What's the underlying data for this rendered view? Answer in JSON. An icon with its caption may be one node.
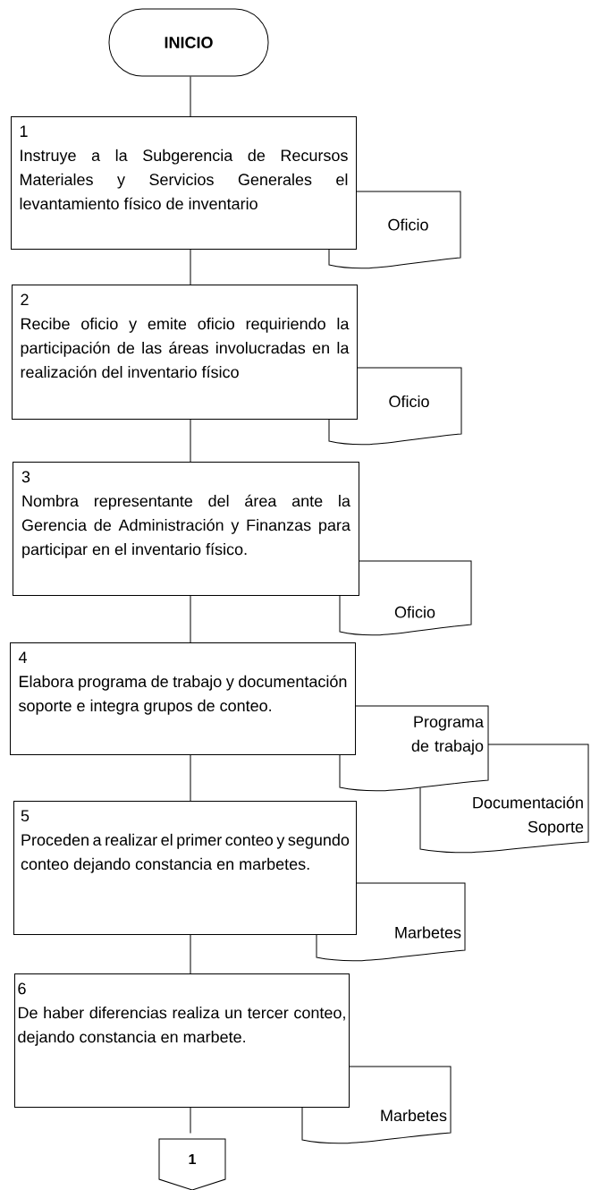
{
  "diagram": {
    "nodes": [
      {
        "text": [
          "INICIO"
        ]
      },
      {
        "text": [
          "1",
          "Instruye a la Subgerencia de Recursos Materiales y Servicios Generales el levantamiento físico de inventario"
        ]
      },
      {
        "text": [
          "Oficio"
        ]
      },
      {
        "text": [
          "2",
          "Recibe oficio y emite oficio requiriendo la participación de las áreas involucradas en la realización del inventario físico"
        ]
      },
      {
        "text": [
          "Oficio"
        ]
      },
      {
        "text": [
          "3",
          "Nombra representante del área ante la Gerencia de Administración y Finanzas para participar en el inventario físico."
        ]
      },
      {
        "text": [
          "Oficio"
        ]
      },
      {
        "text": [
          "4",
          "Elabora programa de trabajo y documentación soporte e integra grupos de conteo."
        ]
      },
      {
        "text": [
          "Programa de trabajo"
        ]
      },
      {
        "text": [
          "Documentación Soporte"
        ]
      },
      {
        "text": [
          "5",
          "Proceden a realizar el primer conteo y segundo conteo dejando constancia en marbetes."
        ]
      },
      {
        "text": [
          "Marbetes"
        ]
      },
      {
        "text": [
          "6",
          "De haber diferencias realiza un tercer conteo, dejando constancia en marbete."
        ]
      },
      {
        "text": [
          "Marbetes"
        ]
      },
      {
        "text": [
          "1"
        ]
      }
    ],
    "edges": [
      {
        "from": 0,
        "to": 1,
        "arrow": "none"
      },
      {
        "from": 1,
        "to": 3,
        "arrow": "none"
      },
      {
        "from": 3,
        "to": 5,
        "arrow": "none"
      },
      {
        "from": 5,
        "to": 7,
        "arrow": "none"
      },
      {
        "from": 7,
        "to": 10,
        "arrow": "none"
      },
      {
        "from": 10,
        "to": 12,
        "arrow": "none"
      },
      {
        "from": 12,
        "to": 14,
        "arrow": "none"
      }
    ]
  }
}
